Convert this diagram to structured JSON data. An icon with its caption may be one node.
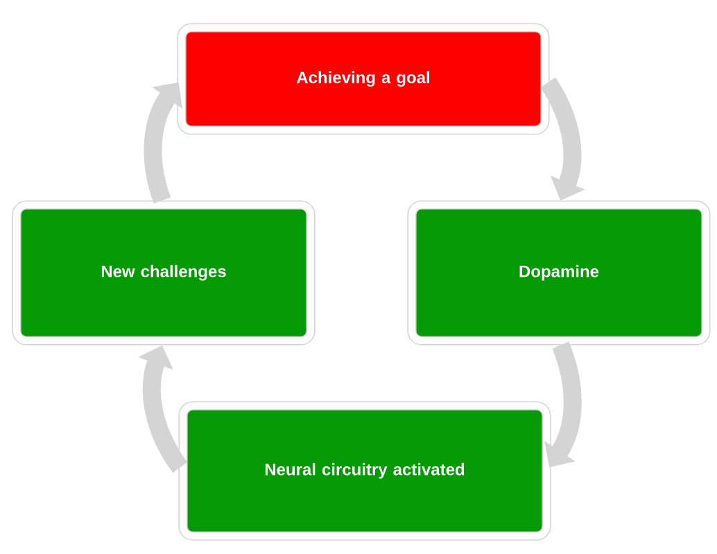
{
  "diagram": {
    "nodes": [
      {
        "text": [
          "Achieving a goal"
        ]
      },
      {
        "text": [
          "Dopamine"
        ]
      },
      {
        "text": [
          "Neural circuitry activated"
        ]
      },
      {
        "text": [
          "New challenges"
        ]
      }
    ],
    "edges": [
      {
        "from": 0,
        "to": 1,
        "arrow": "to"
      },
      {
        "from": 1,
        "to": 2,
        "arrow": "to"
      },
      {
        "from": 2,
        "to": 3,
        "arrow": "to"
      },
      {
        "from": 3,
        "to": 0,
        "arrow": "to"
      }
    ]
  }
}
